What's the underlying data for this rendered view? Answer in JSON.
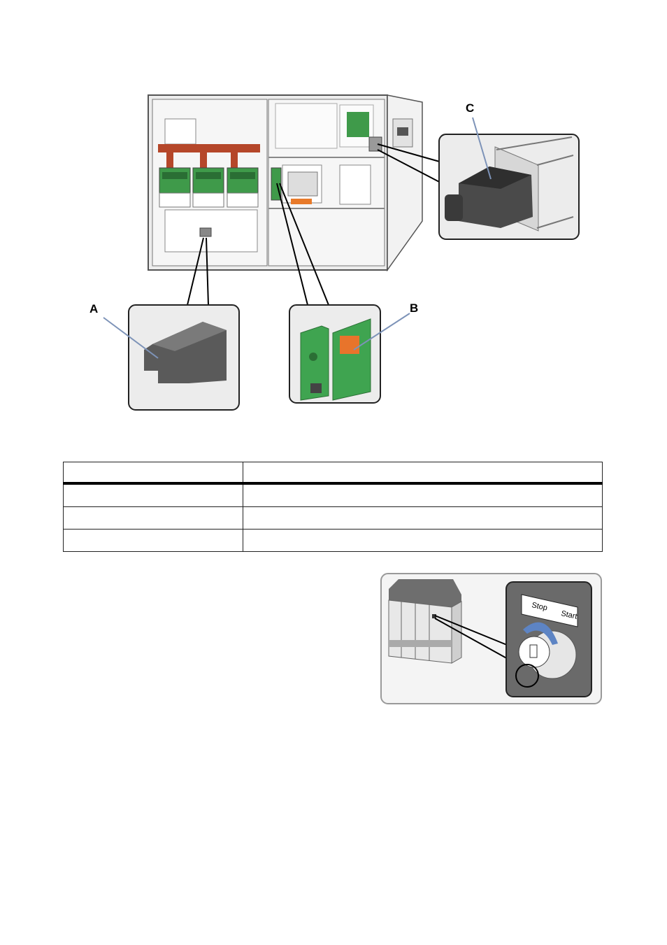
{
  "figure": {
    "callouts": {
      "a": "A",
      "b": "B",
      "c": "C"
    }
  },
  "table": {
    "header": [
      "",
      ""
    ],
    "rows": [
      [
        "",
        ""
      ],
      [
        "",
        ""
      ],
      [
        "",
        ""
      ]
    ]
  },
  "keyswitch": {
    "stop_label": "Stop",
    "start_label": "Start"
  },
  "icons": [
    "key-switch-icon",
    "rotate-arrow-icon"
  ]
}
